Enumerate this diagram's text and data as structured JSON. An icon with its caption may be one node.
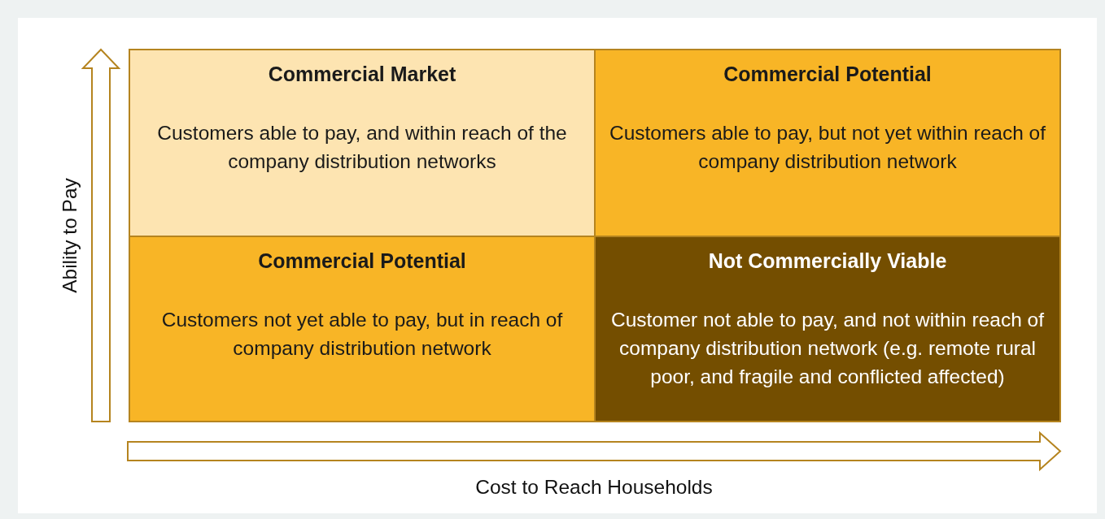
{
  "diagram": {
    "nodes": [
      {
        "text": [
          "Commercial Market",
          "Customers able to pay, and within reach of the company distribution networks"
        ]
      },
      {
        "text": [
          "Commercial Potential",
          "Customers able to pay, but not yet within reach of company distribution network"
        ]
      },
      {
        "text": [
          "Commercial Potential",
          "Customers not yet able to pay, but in reach of company distribution network"
        ]
      },
      {
        "text": [
          "Not Commercially Viable",
          "Customer not able to pay, and not within reach of company distribution network (e.g. remote rural poor, and fragile and conflicted affected)"
        ]
      }
    ],
    "edges": [],
    "labels": [
      "Ability to Pay",
      "Cost to Reach Households"
    ]
  }
}
